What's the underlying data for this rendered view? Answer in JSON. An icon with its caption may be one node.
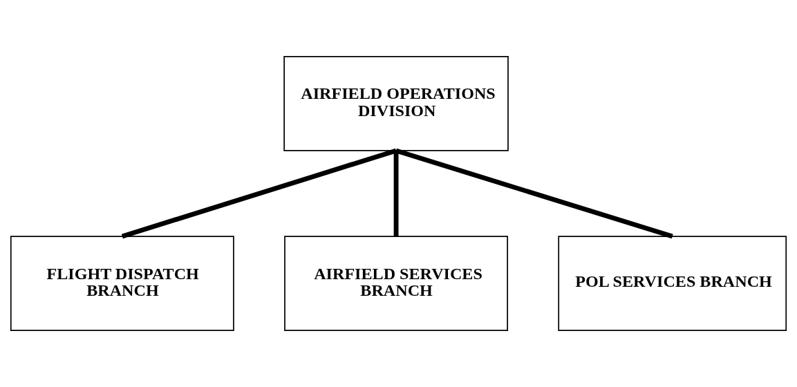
{
  "diagram": {
    "nodes": [
      {
        "text": [
          "AIRFIELD OPERATIONS DIVISION"
        ]
      },
      {
        "text": [
          "FLIGHT DISPATCH BRANCH"
        ]
      },
      {
        "text": [
          "AIRFIELD SERVICES BRANCH"
        ]
      },
      {
        "text": [
          "POL SERVICES BRANCH"
        ]
      }
    ],
    "edges": [
      {
        "from": 0,
        "to": 1,
        "arrow": "none"
      },
      {
        "from": 0,
        "to": 2,
        "arrow": "none"
      },
      {
        "from": 0,
        "to": 3,
        "arrow": "none"
      }
    ]
  }
}
